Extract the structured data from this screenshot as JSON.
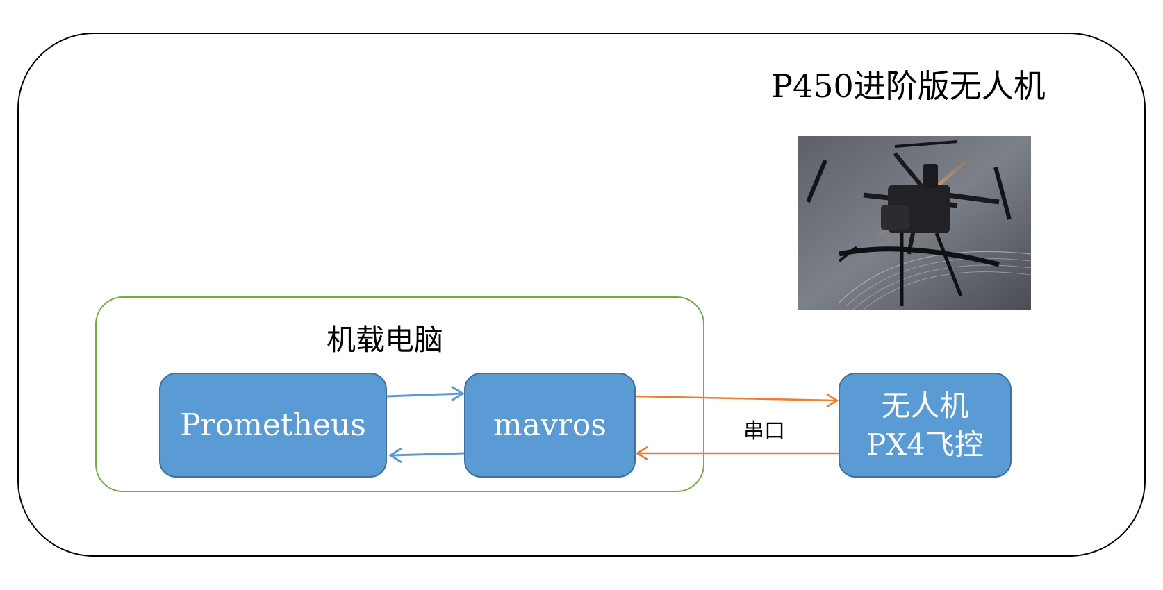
{
  "diagram": {
    "title": "P450进阶版无人机",
    "computer_group_label": "机载电脑",
    "nodes": {
      "prometheus": "Prometheus",
      "mavros": "mavros",
      "flight_controller_line1": "无人机",
      "flight_controller_line2": "PX4飞控"
    },
    "serial_label": "串口"
  },
  "colors": {
    "node_fill": "#5b9bd5",
    "node_border": "#41719c",
    "group_border": "#70ad47",
    "link_blue": "#5b9bd5",
    "link_orange": "#ed7d31"
  },
  "icons": {
    "drone_photo": "drone-photo"
  }
}
